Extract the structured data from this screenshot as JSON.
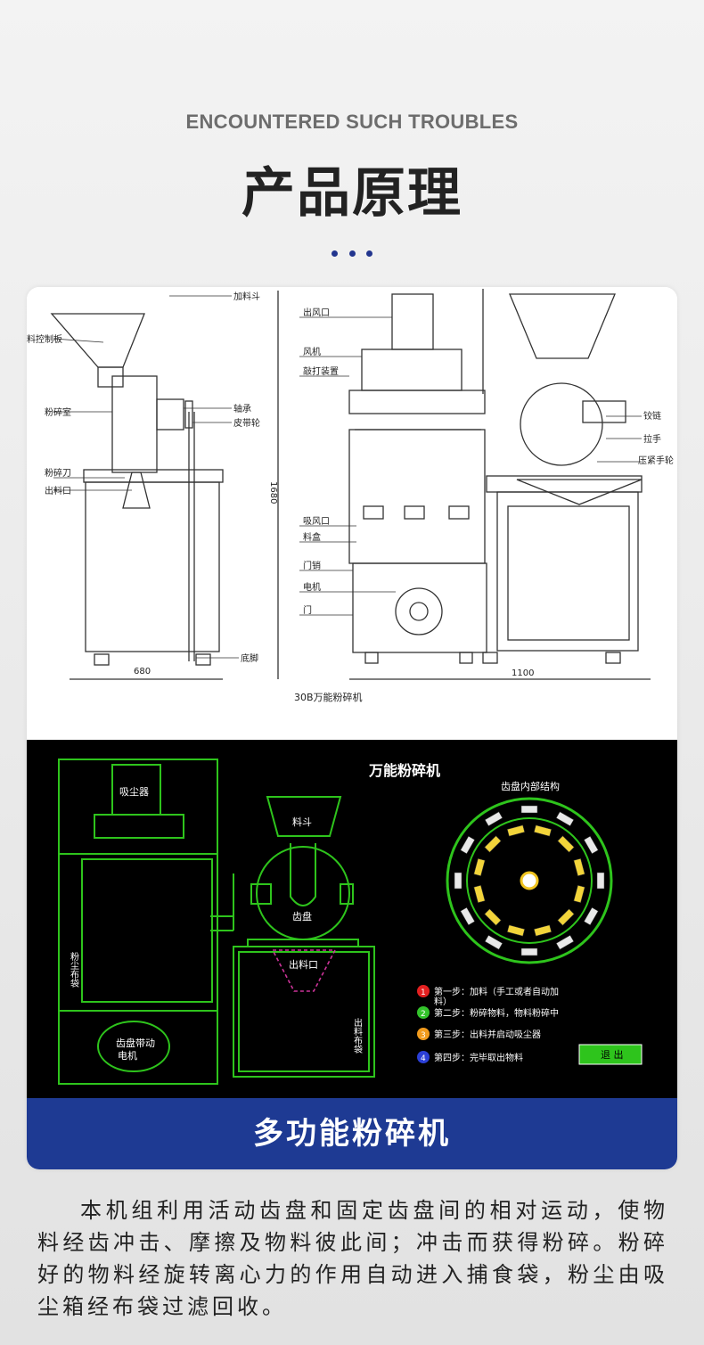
{
  "header": {
    "eyebrow": "ENCOUNTERED SUCH TROUBLES",
    "title": "产品原理"
  },
  "drawing": {
    "left_labels": [
      "料控制板",
      "粉碎室",
      "粉碎刀",
      "出料口"
    ],
    "left_top_label": "加料斗",
    "left_right_labels": [
      "轴承",
      "皮带轮"
    ],
    "left_bottom_label": "底脚",
    "center_labels": [
      "出风口",
      "风机",
      "敲打装置",
      "吸风口",
      "料盒",
      "门销",
      "电机",
      "门"
    ],
    "right_labels": [
      "铰链",
      "拉手",
      "压紧手轮"
    ],
    "dims": {
      "height": "1680",
      "width_left": "680",
      "width_right": "1100"
    },
    "caption": "30B万能粉碎机"
  },
  "panel": {
    "title": "万能粉碎机",
    "gear_title": "齿盘内部结构",
    "labels": {
      "dust_collector": "吸尘器",
      "hopper": "料斗",
      "gear_disc": "齿盘",
      "outlet": "出料口",
      "motor_line1": "齿盘带动",
      "motor_line2": "电机",
      "dust_bag": "粉尘布袋",
      "out_bag": "出料布袋"
    },
    "steps": [
      {
        "num": "1",
        "color": "#e32020",
        "line1": "第一步：加料（手工或者自动加",
        "line2": "料）"
      },
      {
        "num": "2",
        "color": "#33c42b",
        "line1": "第二步：粉碎物料，物料粉碎中",
        "line2": ""
      },
      {
        "num": "3",
        "color": "#f29b1d",
        "line1": "第三步：出料并启动吸尘器",
        "line2": ""
      },
      {
        "num": "4",
        "color": "#2b3fd6",
        "line1": "第四步：完毕取出物料",
        "line2": ""
      }
    ],
    "exit_button": "退 出",
    "accent_green": "#2ec41c"
  },
  "banner": {
    "title": "多功能粉碎机"
  },
  "description": "本机组利用活动齿盘和固定齿盘间的相对运动，使物料经齿冲击、摩擦及物料彼此间；冲击而获得粉碎。粉碎好的物料经旋转离心力的作用自动进入捕食袋，粉尘由吸尘箱经布袋过滤回收。"
}
